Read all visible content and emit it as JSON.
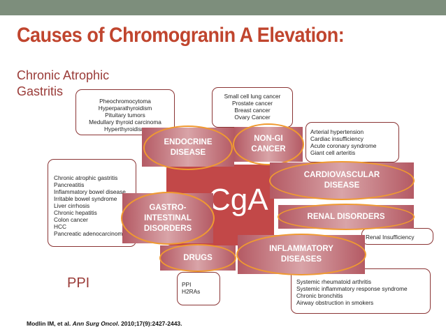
{
  "title": "Causes of Chromogranin A Elevation:",
  "subtitle_lines": [
    "Chronic Atrophic",
    "Gastritis"
  ],
  "side_label": "PPI",
  "center_label": "CgA",
  "nodes": {
    "endocrine": "ENDOCRINE\nDISEASE",
    "non_gi": "NON-GI\nCANCER",
    "cardiovascular": "CARDIOVASCULAR\nDISEASE",
    "gastro": "GASTRO-\nINTESTINAL\nDISORDERS",
    "renal": "RENAL DISORDERS",
    "drugs": "DRUGS",
    "inflammatory": "INFLAMMATORY\nDISEASES"
  },
  "boxes": {
    "endocrine": [
      "Pheochromocytoma",
      "Hyperparathyroidism",
      "Pituitary tumors",
      "Medullary thyroid carcinoma",
      "Hyperthyroidism"
    ],
    "non_gi": [
      "Small cell lung cancer",
      "Prostate cancer",
      "Breast cancer",
      "Ovary Cancer"
    ],
    "cardiovascular": [
      "Arterial hypertension",
      "Cardiac insufficiency",
      "Acute coronary syndrome",
      "Giant cell arteritis"
    ],
    "gastro": [
      "Chronic atrophic gastritis",
      "Pancreatitis",
      "Inflammatory bowel disease",
      "Irritable bowel syndrome",
      "Liver cirrhosis",
      "Chronic hepatitis",
      "Colon cancer",
      "HCC",
      "Pancreatic adenocarcinoma"
    ],
    "renal": [
      "Renal Insufficiency"
    ],
    "drugs": [
      "PPI",
      "H2RAs"
    ],
    "inflammatory": [
      "Systemic rheumatoid arthritis",
      "Systemic inflammatory response syndrome",
      "Chronic bronchitis",
      "Airway obstruction in smokers"
    ]
  },
  "citation": {
    "authors": "Modlin IM, et al.",
    "journal": "Ann Surg Oncol",
    "details": ". 2010;17(9):2427-2443."
  }
}
